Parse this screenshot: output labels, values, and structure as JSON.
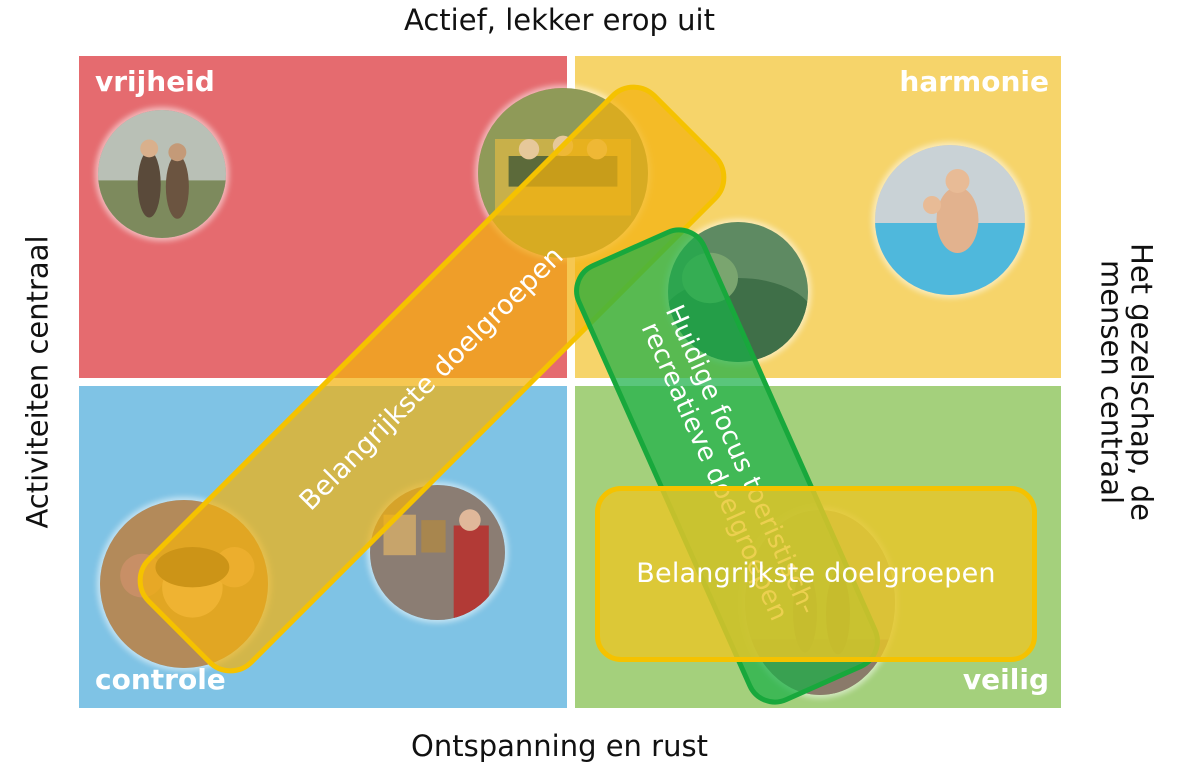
{
  "axes": {
    "top": "Actief, lekker erop uit",
    "bottom": "Ontspanning en rust",
    "left": "Activiteiten centraal",
    "right": "Het gezelschap, de mensen centraal"
  },
  "quadrants": {
    "top_left": {
      "title": "vrijheid",
      "color": "#e56b6f"
    },
    "top_right": {
      "title": "harmonie",
      "color": "#f6d46a"
    },
    "bottom_left": {
      "title": "controle",
      "color": "#7fc3e5"
    },
    "bottom_right": {
      "title": "veilig",
      "color": "#a4d07c"
    }
  },
  "overlays": {
    "orange_band": {
      "label": "Belangrijkste doelgroepen",
      "color": "#f2b20e"
    },
    "green_band": {
      "label": "Huidige focus toeristisch-recreatieve doelgroepen",
      "color": "#1ab048"
    },
    "yellow_box": {
      "label": "Belangrijkste doelgroepen",
      "color": "#e8c628"
    }
  },
  "photos": [
    "friends-waterfall-photo",
    "rollercoaster-photo",
    "swimming-pool-family-photo",
    "nature-landscape-photo",
    "group-selfie-photo",
    "museum-visitor-photo",
    "walking-people-photo"
  ]
}
